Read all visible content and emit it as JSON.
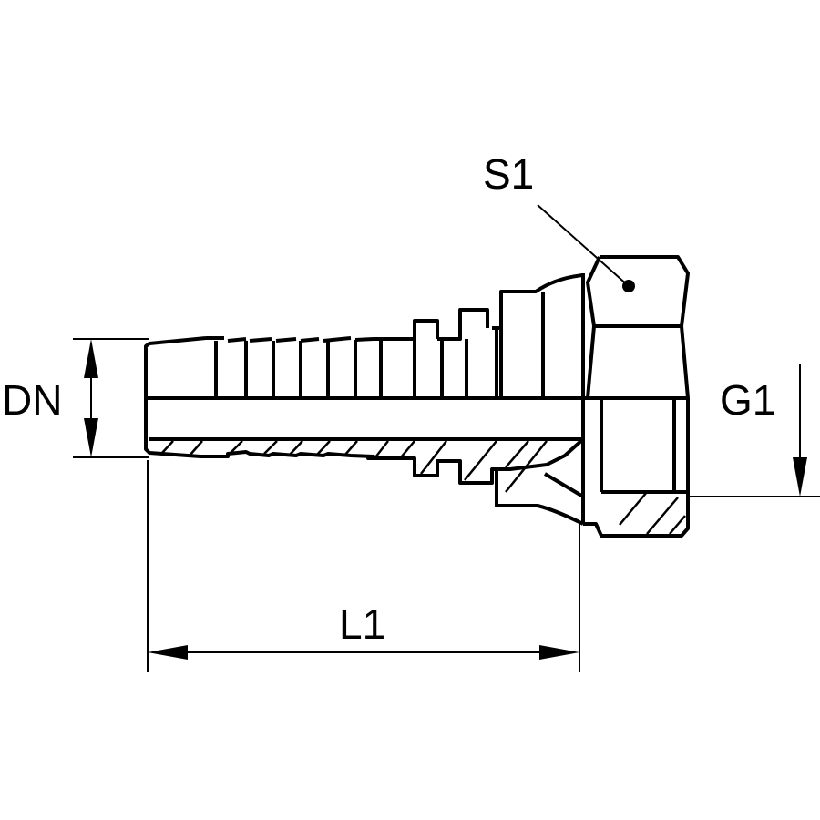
{
  "labels": {
    "s1": "S1",
    "dn": "DN",
    "g1": "G1",
    "l1": "L1"
  },
  "colors": {
    "line": "#000000",
    "background": "#ffffff"
  }
}
